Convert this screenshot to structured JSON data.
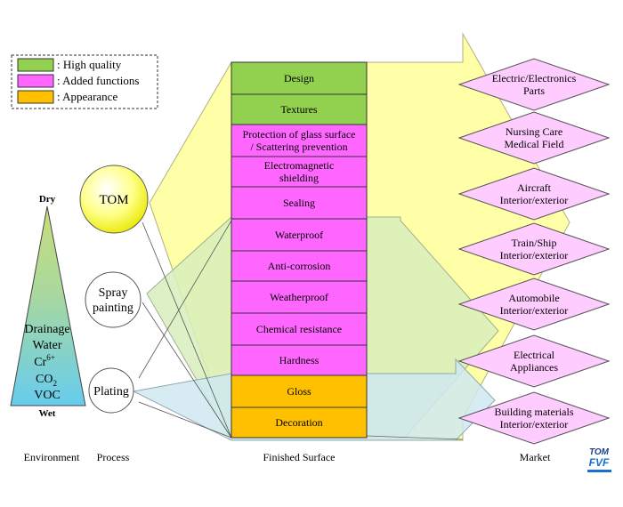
{
  "legend": {
    "items": [
      {
        "label": ": High quality",
        "color": "#92d050"
      },
      {
        "label": ": Added functions",
        "color": "#ff66ff"
      },
      {
        "label": ": Appearance",
        "color": "#ffc000"
      }
    ]
  },
  "environment": {
    "top": "Dry",
    "bottom": "Wet",
    "factors": [
      "Drainage",
      "Water"
    ],
    "cr_base": "Cr",
    "cr_sup": "6+",
    "co2_base": "CO",
    "co2_sub": "2",
    "voc": "VOC"
  },
  "processes": [
    {
      "label": "TOM",
      "color": "#ffff66"
    },
    {
      "label_line1": "Spray",
      "label_line2": "painting"
    },
    {
      "label": "Plating"
    }
  ],
  "surfaces": [
    {
      "lines": [
        "Design"
      ],
      "type": "high"
    },
    {
      "lines": [
        "Textures"
      ],
      "type": "high"
    },
    {
      "lines": [
        "Protection of glass surface",
        "/ Scattering prevention"
      ],
      "type": "added"
    },
    {
      "lines": [
        "Electromagnetic",
        "shielding"
      ],
      "type": "added"
    },
    {
      "lines": [
        "Sealing"
      ],
      "type": "added"
    },
    {
      "lines": [
        "Waterproof"
      ],
      "type": "added"
    },
    {
      "lines": [
        "Anti-corrosion"
      ],
      "type": "added"
    },
    {
      "lines": [
        "Weatherproof"
      ],
      "type": "added"
    },
    {
      "lines": [
        "Chemical resistance"
      ],
      "type": "added"
    },
    {
      "lines": [
        "Hardness"
      ],
      "type": "added"
    },
    {
      "lines": [
        "Gloss"
      ],
      "type": "appearance"
    },
    {
      "lines": [
        "Decoration"
      ],
      "type": "appearance"
    }
  ],
  "markets": [
    {
      "lines": [
        "Electric/Electronics",
        "Parts"
      ]
    },
    {
      "lines": [
        "Nursing Care",
        "Medical Field"
      ]
    },
    {
      "lines": [
        "Aircraft",
        "Interior/exterior"
      ]
    },
    {
      "lines": [
        "Train/Ship",
        "Interior/exterior"
      ]
    },
    {
      "lines": [
        "Automobile",
        "Interior/exterior"
      ]
    },
    {
      "lines": [
        "Electrical",
        "Appliances"
      ]
    },
    {
      "lines": [
        "Building materials",
        "Interior/exterior"
      ]
    }
  ],
  "columns": {
    "environment": "Environment",
    "process": "Process",
    "surface": "Finished Surface",
    "market": "Market"
  },
  "logo": {
    "line1": "TOM",
    "line2": "FVF"
  },
  "colors": {
    "high": "#92d050",
    "added": "#ff66ff",
    "appearance": "#ffc000",
    "market_fill": "#ffccff",
    "tom_arrow": "#ffff99",
    "spray_arrow": "#d8eebc",
    "plating_arrow": "#cfe9f0"
  }
}
